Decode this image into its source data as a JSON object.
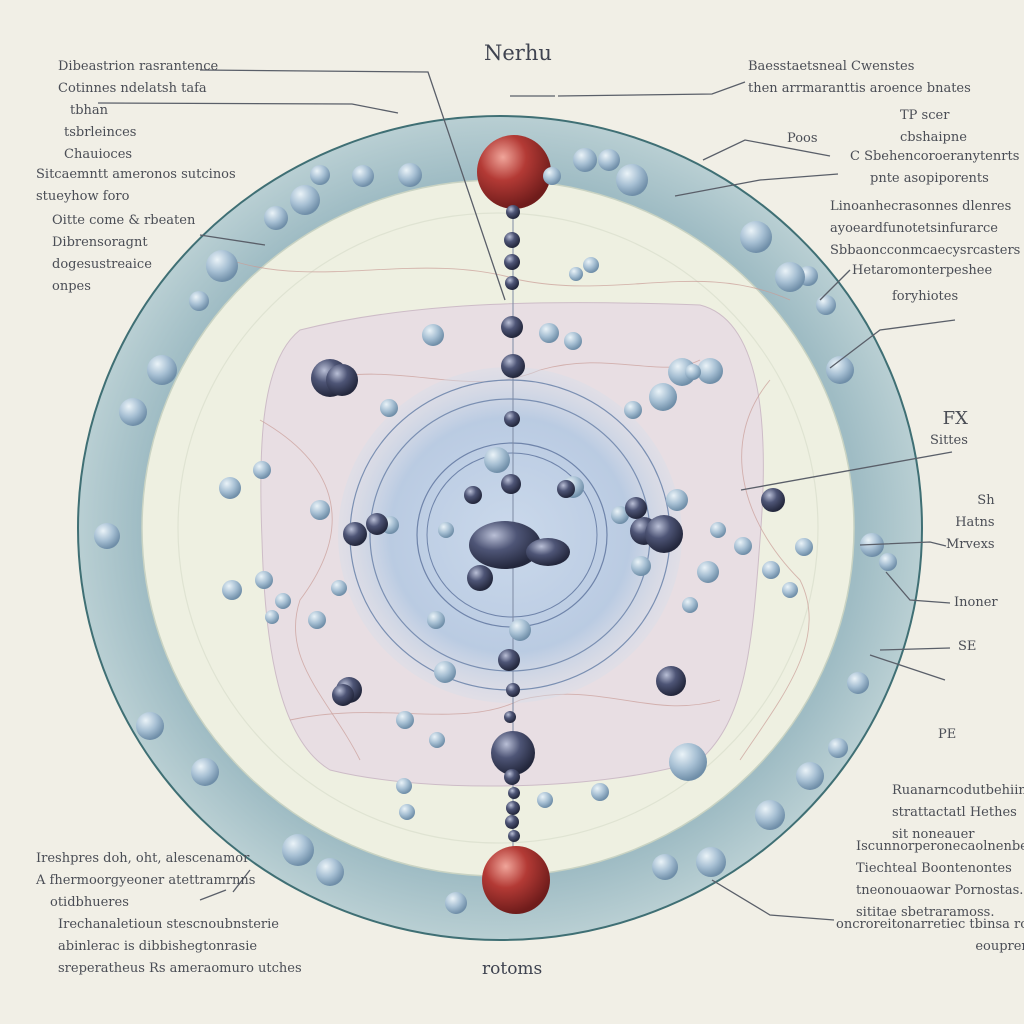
{
  "title": "Nerhu",
  "bottom_label": "rotoms",
  "labels": {
    "tl1": [
      "Dibeastrion rasrantence",
      "Cotinnes ndelatsh tafa",
      "tbhan",
      "tsbrleinces",
      "Chauioces"
    ],
    "tl2": [
      "Sitcaemntt ameronos sutcinos",
      "stueyhow foro"
    ],
    "tl3": [
      "Oitte come & rbeaten",
      "Dibrensoragnt",
      "dogesustreaice",
      "onpes"
    ],
    "tr1": [
      "Baesstaetsneal Cwenstes",
      "then arrmaranttis aroence bnates"
    ],
    "tr2": [
      "TP scer",
      "cbshaipne"
    ],
    "tr3": [
      "Poos"
    ],
    "tr4": [
      "C Sbehencoroeranytenrts",
      "pnte asopiporents"
    ],
    "tr5": [
      "Linoanhecrasonnes dlenres",
      "ayoeardfunotetsinfurarce",
      "Sbbaoncconmcaecysrcasters"
    ],
    "tr6": [
      "Hetaromonterpeshee"
    ],
    "tr7": [
      "foryhiotes"
    ],
    "rm1": [
      "FX",
      "Sittes"
    ],
    "rm2": [
      "Sh",
      "Hatns",
      "Mrvexs"
    ],
    "rm3": [
      "Inoner"
    ],
    "rm4": [
      "SE"
    ],
    "rm5": [
      "PE"
    ],
    "br1": [
      "Ruanarncodutbehiin",
      "strattactatl Hethes",
      "sit noneauer"
    ],
    "br2": [
      "Iscunnorperonecaolnenbee",
      "Tiechteal Boontenontes",
      "tneonouaowar Pornostas.",
      "sititae sbetraramoss."
    ],
    "br3": [
      "oncroreitonarretiec tbinsa roar",
      "eouprerse"
    ],
    "bl1": [
      "Ireshpres doh, oht, alescenamor",
      "A fhermoorgyeoner atettramrnns",
      "otidbhueres"
    ],
    "bl2": [
      "Irechanaletioun stescnoubnsterie",
      "abinlerac is dibbishegtonrasie",
      "sreperatheus Rs ameraomuro utches"
    ]
  },
  "colors": {
    "background": "#f1efe6",
    "outer_ring": "#a9c3c9",
    "inner_fill": "#eef0e1",
    "nucleus_area": "#e7dde4",
    "core": "#bcd0e6",
    "red_particle": "#b33a35",
    "dark_particle": "#3c4260",
    "light_particle": "#a6bfd3"
  }
}
